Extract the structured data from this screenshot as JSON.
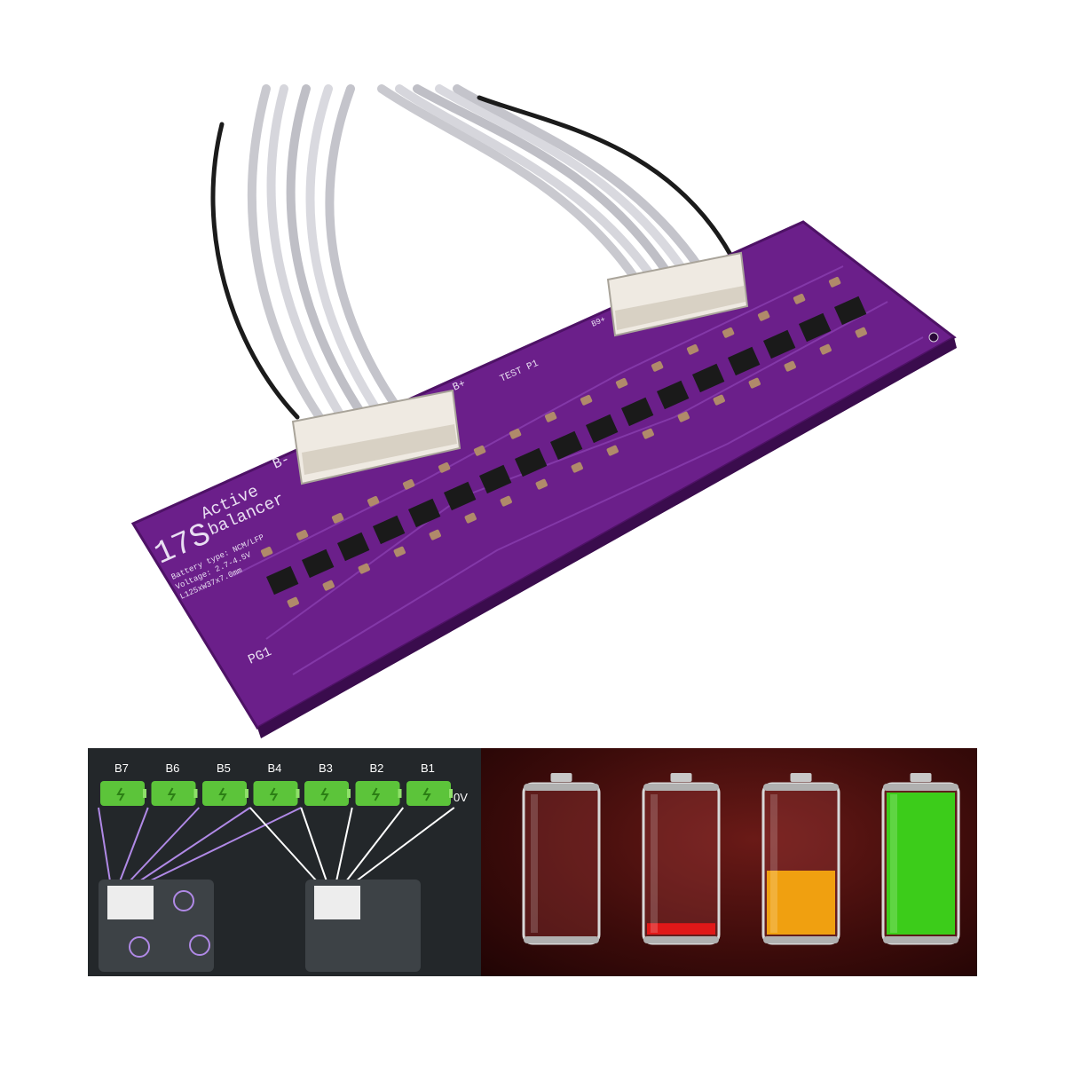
{
  "pcb": {
    "title": "17S",
    "subtitle_line1": "Active",
    "subtitle_line2": "balancer",
    "spec_line1": "Battery type: NCM/LFP",
    "spec_line2": "Voltage: 2.7-4.5V",
    "spec_line3": "L125xW37x7.0mm",
    "test_label": "TEST P1",
    "pg_label": "PG1",
    "b_minus": "B-",
    "b_plus": "B+",
    "b9_label": "B9+",
    "colors": {
      "board": "#6b1f8a",
      "trace": "#8a3fb0",
      "chip": "#1a1a1a",
      "cap": "#b08a6a"
    }
  },
  "diagram": {
    "cells": [
      "B7",
      "B6",
      "B5",
      "B4",
      "B3",
      "B2",
      "B1"
    ],
    "ground_label": "0V",
    "colors": {
      "cell": "#5cc43a",
      "arrow_left": "#b089e6",
      "arrow_right": "#ffffff"
    }
  },
  "battery_levels": [
    {
      "level": 0.0,
      "color": "#7a2424"
    },
    {
      "level": 0.08,
      "color": "#e01818"
    },
    {
      "level": 0.45,
      "color": "#f0a010"
    },
    {
      "level": 1.0,
      "color": "#3ccc1a"
    }
  ]
}
